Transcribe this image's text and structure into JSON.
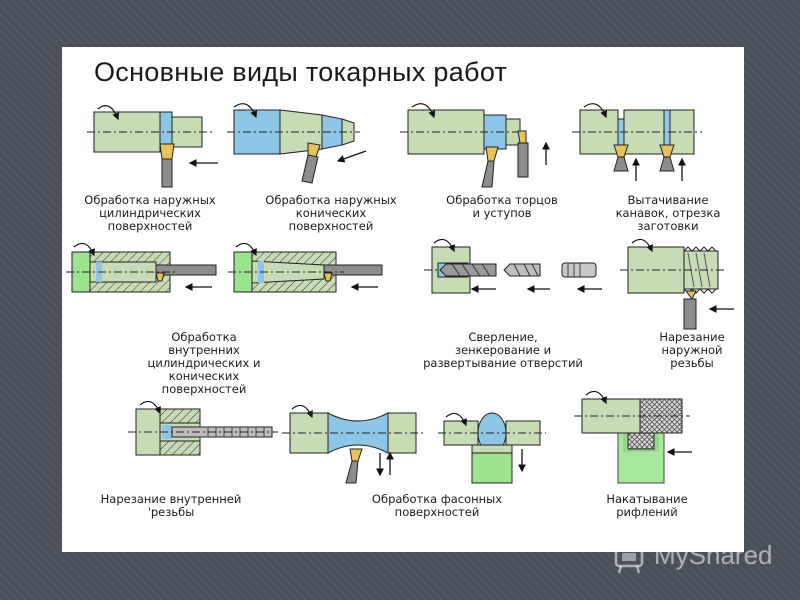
{
  "slide": {
    "title": "Основные виды токарных работ",
    "captions": {
      "c1": "Обработка наружных\nцилиндрических\nповерхностей",
      "c2": "Обработка наружных\nконических\nповерхностей",
      "c3": "Обработка торцов\nи уступов",
      "c4": "Вытачивание\nканавок, отрезка\nзаготовки",
      "c5": "Обработка\nвнутренних\nцилиндрических и\nконических\nповерхностей",
      "c6": "Сверление,\nзенкерование и\nразвертывание отверстий",
      "c7": "Нарезание\nнаружной\nрезьбы",
      "c8": "Нарезание внутренней\n'резьбы",
      "c9": "Обработка фасонных\nповерхностей",
      "c10": "Накатывание\nрифлений"
    }
  },
  "watermark": {
    "text": "MyShared"
  },
  "colors": {
    "part": "#c7dbb4",
    "cut": "#8ec6e6",
    "tool_tip": "#e8c25a",
    "holder": "#8d8d8d",
    "green": "#9be38f",
    "bg": "#4a505a"
  }
}
